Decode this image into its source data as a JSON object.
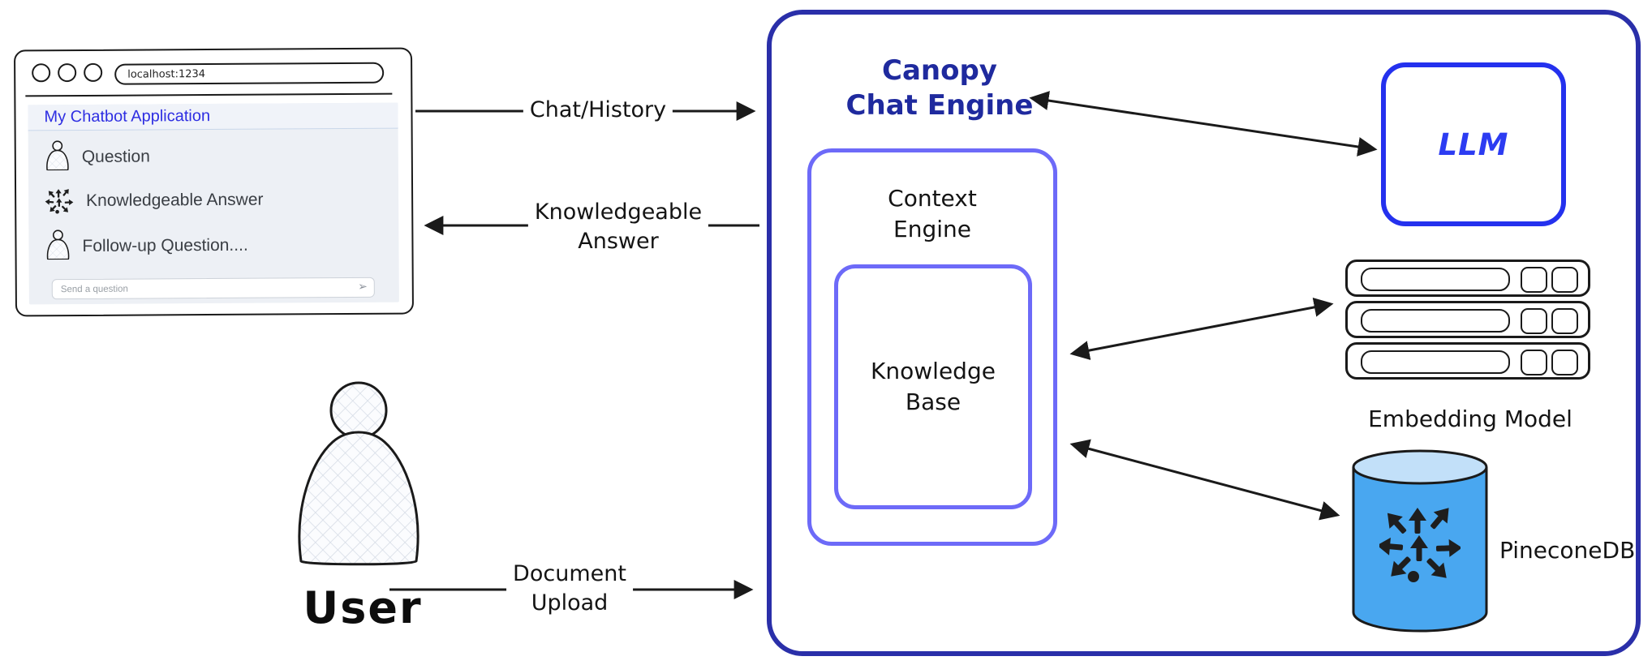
{
  "browser": {
    "url": "localhost:1234",
    "app_title": "My Chatbot Application",
    "rows": [
      {
        "icon": "user-icon",
        "label": "Question"
      },
      {
        "icon": "pinecone-icon",
        "label": "Knowledgeable Answer"
      },
      {
        "icon": "user-icon",
        "label": "Follow-up Question...."
      }
    ],
    "input_placeholder": "Send a question",
    "send_icon": "➢"
  },
  "actors": {
    "user_label": "User"
  },
  "flows": {
    "chat_history": "Chat/History",
    "knowledgeable_answer_line1": "Knowledgeable",
    "knowledgeable_answer_line2": "Answer",
    "document_upload_line1": "Document",
    "document_upload_line2": "Upload"
  },
  "engine": {
    "title_line1": "Canopy",
    "title_line2": "Chat Engine",
    "context_engine_line1": "Context",
    "context_engine_line2": "Engine",
    "knowledge_base_line1": "Knowledge",
    "knowledge_base_line2": "Base",
    "llm": "LLM",
    "embedding_model": "Embedding Model",
    "pinecone_db": "PineconeDB"
  },
  "colors": {
    "outer_box_border": "#2a2fa9",
    "inner_box_border": "#6d6af8",
    "llm_border": "#2431ee",
    "title_text": "#1f2a9e",
    "llm_text": "#2c3cf2",
    "app_title_text": "#2e2ee2",
    "arrow": "#1a1a1a",
    "pinecone_body": "#49a7f0",
    "pinecone_top": "#c2e0f9",
    "panel_bg": "#edf0f5"
  }
}
